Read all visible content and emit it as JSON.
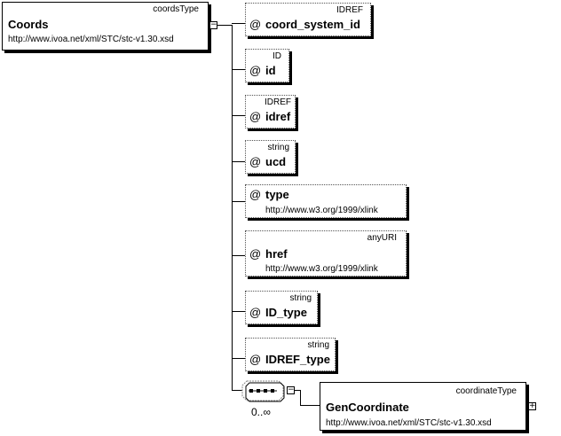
{
  "root": {
    "type": "coordsType",
    "name": "Coords",
    "namespace": "http://www.ivoa.net/xml/STC/stc-v1.30.xsd",
    "collapse_symbol": "−"
  },
  "attributes": [
    {
      "symbol": "@",
      "type": "IDREF",
      "name": "coord_system_id",
      "namespace": ""
    },
    {
      "symbol": "@",
      "type": "ID",
      "name": "id",
      "namespace": ""
    },
    {
      "symbol": "@",
      "type": "IDREF",
      "name": "idref",
      "namespace": ""
    },
    {
      "symbol": "@",
      "type": "string",
      "name": "ucd",
      "namespace": ""
    },
    {
      "symbol": "@",
      "type": "",
      "name": "type",
      "namespace": "http://www.w3.org/1999/xlink"
    },
    {
      "symbol": "@",
      "type": "anyURI",
      "name": "href",
      "namespace": "http://www.w3.org/1999/xlink"
    },
    {
      "symbol": "@",
      "type": "string",
      "name": "ID_type",
      "namespace": ""
    },
    {
      "symbol": "@",
      "type": "string",
      "name": "IDREF_type",
      "namespace": ""
    }
  ],
  "sequence": {
    "occurrence": "0..∞",
    "collapse_symbol": "−"
  },
  "child": {
    "type": "coordinateType",
    "name": "GenCoordinate",
    "namespace": "http://www.ivoa.net/xml/STC/stc-v1.30.xsd",
    "expand_symbol": "+"
  }
}
